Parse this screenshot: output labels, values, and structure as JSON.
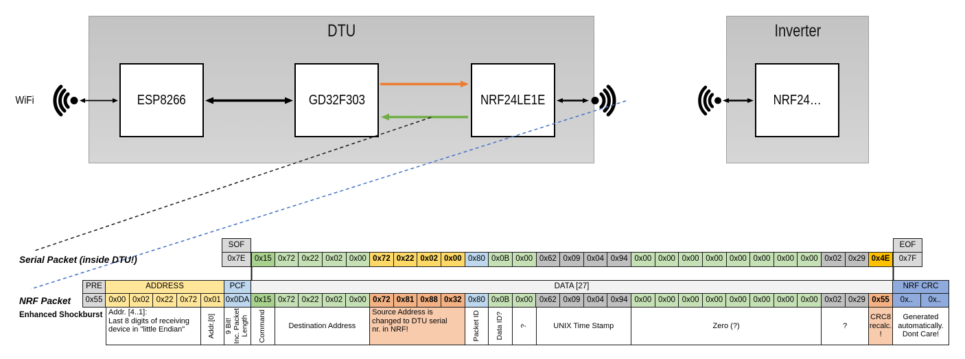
{
  "palette": {
    "gray": "#D9D9D9",
    "gray2": "#BFBFBF",
    "green": "#C5E0B4",
    "greendark": "#A9D18E",
    "yellow": "#FFE699",
    "gold": "#FFD966",
    "goldDark": "#FFC000",
    "bluelight": "#BDD7EE",
    "bluemed": "#8FAADC",
    "salmon": "#F4B183",
    "salmonlight": "#F8CBAD",
    "datahead": "#F2F2F2",
    "orangeArrow": "#ED7D31",
    "greenArrow": "#70AD47",
    "blueDash": "#4472C4",
    "blackDash": "#1a1a1a"
  },
  "diagram": {
    "wifi_label": "WiFi",
    "dtu_title": "DTU",
    "dtu_components": {
      "esp": "ESP8266",
      "mcu": "GD32F303",
      "radio": "NRF24LE1E"
    },
    "inverter_title": "Inverter",
    "inverter_component": "NRF24…"
  },
  "serial_packet": {
    "label": "Serial Packet (inside DTU!)",
    "sof": [
      {
        "v": "SOF",
        "c": "gray",
        "w": 43,
        "n": "sof-header"
      }
    ],
    "sof_value": [
      {
        "v": "0x7E",
        "c": "gray",
        "w": 43,
        "n": "sof-byte"
      }
    ],
    "eof": [
      {
        "v": "EOF",
        "c": "gray",
        "w": 43,
        "n": "eof-header"
      }
    ],
    "eof_value": [
      {
        "v": "0x7F",
        "c": "gray",
        "w": 43,
        "n": "eof-byte"
      }
    ],
    "cells": [
      {
        "v": "0x15",
        "c": "greendark"
      },
      {
        "v": "0x72",
        "c": "green"
      },
      {
        "v": "0x22",
        "c": "green"
      },
      {
        "v": "0x02",
        "c": "green"
      },
      {
        "v": "0x00",
        "c": "green"
      },
      {
        "v": "0x72",
        "c": "gold",
        "b": 1
      },
      {
        "v": "0x22",
        "c": "gold",
        "b": 1
      },
      {
        "v": "0x02",
        "c": "gold",
        "b": 1
      },
      {
        "v": "0x00",
        "c": "gold",
        "b": 1
      },
      {
        "v": "0x80",
        "c": "bluelight"
      },
      {
        "v": "0x0B",
        "c": "green"
      },
      {
        "v": "0x00",
        "c": "green"
      },
      {
        "v": "0x62",
        "c": "gray2"
      },
      {
        "v": "0x09",
        "c": "gray2"
      },
      {
        "v": "0x04",
        "c": "gray2"
      },
      {
        "v": "0x94",
        "c": "gray2"
      },
      {
        "v": "0x00",
        "c": "green"
      },
      {
        "v": "0x00",
        "c": "green"
      },
      {
        "v": "0x00",
        "c": "green"
      },
      {
        "v": "0x00",
        "c": "green"
      },
      {
        "v": "0x00",
        "c": "green"
      },
      {
        "v": "0x00",
        "c": "green"
      },
      {
        "v": "0x00",
        "c": "green"
      },
      {
        "v": "0x00",
        "c": "green"
      },
      {
        "v": "0x02",
        "c": "gray2"
      },
      {
        "v": "0x29",
        "c": "gray2"
      },
      {
        "v": "0x4E",
        "c": "goldDark",
        "b": 1
      }
    ]
  },
  "nrf_packet": {
    "label": "NRF Packet",
    "sublabel": "Enhanced Shockburst",
    "headers": [
      {
        "v": "PRE",
        "c": "gray",
        "w": 34,
        "n": "pre-header"
      },
      {
        "v": "ADDRESS",
        "c": "yellow",
        "span": 5,
        "n": "address-header"
      },
      {
        "v": "PCF",
        "c": "bluelight",
        "w": 38.85,
        "n": "pcf-header"
      },
      {
        "v": "DATA [27]",
        "c": "datahead",
        "span": 27,
        "n": "data-header"
      },
      {
        "v": "NRF CRC",
        "c": "bluemed",
        "w": 82,
        "n": "crc-header"
      }
    ],
    "cells": [
      {
        "v": "0x55",
        "c": "gray",
        "w": 34
      },
      {
        "v": "0x00",
        "c": "yellow"
      },
      {
        "v": "0x02",
        "c": "yellow"
      },
      {
        "v": "0x22",
        "c": "yellow"
      },
      {
        "v": "0x72",
        "c": "yellow"
      },
      {
        "v": "0x01",
        "c": "yellow"
      },
      {
        "v": "0x0DA",
        "c": "bluelight",
        "w": 38.85
      },
      {
        "v": "0x15",
        "c": "greendark"
      },
      {
        "v": "0x72",
        "c": "green"
      },
      {
        "v": "0x22",
        "c": "green"
      },
      {
        "v": "0x02",
        "c": "green"
      },
      {
        "v": "0x00",
        "c": "green"
      },
      {
        "v": "0x72",
        "c": "salmon",
        "b": 1
      },
      {
        "v": "0x81",
        "c": "salmon",
        "b": 1
      },
      {
        "v": "0x88",
        "c": "salmon",
        "b": 1
      },
      {
        "v": "0x32",
        "c": "salmon",
        "b": 1
      },
      {
        "v": "0x80",
        "c": "bluelight"
      },
      {
        "v": "0x0B",
        "c": "green"
      },
      {
        "v": "0x00",
        "c": "green"
      },
      {
        "v": "0x62",
        "c": "gray2"
      },
      {
        "v": "0x09",
        "c": "gray2"
      },
      {
        "v": "0x04",
        "c": "gray2"
      },
      {
        "v": "0x94",
        "c": "gray2"
      },
      {
        "v": "0x00",
        "c": "green"
      },
      {
        "v": "0x00",
        "c": "green"
      },
      {
        "v": "0x00",
        "c": "green"
      },
      {
        "v": "0x00",
        "c": "green"
      },
      {
        "v": "0x00",
        "c": "green"
      },
      {
        "v": "0x00",
        "c": "green"
      },
      {
        "v": "0x00",
        "c": "green"
      },
      {
        "v": "0x00",
        "c": "green"
      },
      {
        "v": "0x02",
        "c": "gray2"
      },
      {
        "v": "0x29",
        "c": "gray2"
      },
      {
        "v": "0x55",
        "c": "salmon",
        "b": 1
      },
      {
        "v": "0x..",
        "c": "bluemed",
        "w": 41,
        "n": "crc-byte"
      },
      {
        "v": "0x..",
        "c": "bluemed",
        "w": 41,
        "n": "crc-byte"
      }
    ],
    "annotations": [
      {
        "v": "Addr. [4..1]:\nLast 8 digits of receiving\ndevice in \"little Endian\"",
        "span": 4,
        "cls": "ann left"
      },
      {
        "v": "Addr.[0]",
        "vert": 1
      },
      {
        "v": "9 Bit!\nInc. Packet\nLength",
        "vert": 1,
        "w": 38.85
      },
      {
        "v": "Command",
        "vert": 1
      },
      {
        "v": "Destination Address",
        "span": 4,
        "cls": "ann"
      },
      {
        "v": "Source Address is\nchanged to DTU serial\nnr. in NRF!",
        "span": 4,
        "c": "salmonlight",
        "cls": "ann left"
      },
      {
        "v": "Packet ID",
        "vert": 1
      },
      {
        "v": "Data ID?",
        "vert": 1
      },
      {
        "v": "?",
        "vert": 1
      },
      {
        "v": "UNIX Time Stamp",
        "span": 4,
        "cls": "ann"
      },
      {
        "v": "Zero (?)",
        "span": 8,
        "cls": "ann"
      },
      {
        "v": "?",
        "span": 2,
        "cls": "ann"
      },
      {
        "v": "CRC8\nrecalc.\n!",
        "c": "salmonlight",
        "cls": "ann"
      },
      {
        "v": "Generated\nautomatically.\nDont Care!",
        "w": 82,
        "cls": "ann"
      }
    ]
  }
}
